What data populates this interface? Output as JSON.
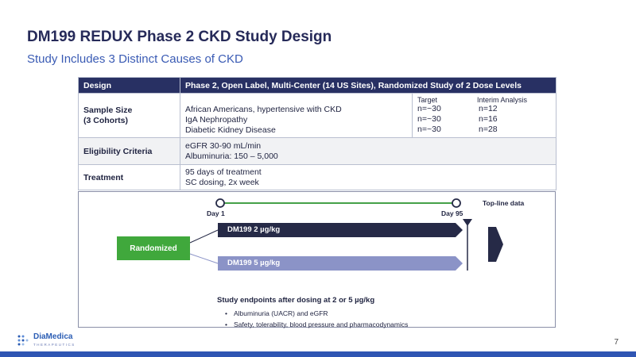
{
  "title": "DM199 REDUX Phase 2 CKD Study Design",
  "subtitle": "Study Includes 3 Distinct Causes of CKD",
  "table": {
    "header": {
      "label": "Design",
      "value": "Phase 2, Open Label, Multi-Center (14 US Sites), Randomized Study of 2 Dose Levels"
    },
    "sample": {
      "label_line1": "Sample Size",
      "label_line2": "(3 Cohorts)",
      "cohorts": [
        "African Americans, hypertensive with CKD",
        "IgA Nephropathy",
        "Diabetic Kidney Disease"
      ],
      "target_header": "Target",
      "interim_header": "Interim Analysis",
      "targets": [
        "n=~30",
        "n=~30",
        "n=~30"
      ],
      "interims": [
        "n=12",
        "n=16",
        "n=28"
      ]
    },
    "eligibility": {
      "label": "Eligibility Criteria",
      "lines": [
        "eGFR 30-90 mL/min",
        "Albuminuria: 150 – 5,000"
      ]
    },
    "treatment": {
      "label": "Treatment",
      "lines": [
        "95 days of treatment",
        "SC dosing, 2x week"
      ]
    }
  },
  "diagram": {
    "randomized_label": "Randomized",
    "day_start_label": "Day 1",
    "day_end_label": "Day 95",
    "topline_label": "Top-line data",
    "arm1_label": "DM199 2 µg/kg",
    "arm2_label": "DM199 5 µg/kg",
    "arm1_color": "#262a47",
    "arm2_color": "#8b93c7",
    "timeline_color": "#45a048",
    "endpoints_title": "Study endpoints after dosing at 2 or 5 µg/kg",
    "endpoints": [
      "Albuminuria (UACR) and eGFR",
      "Safety, tolerability, blood pressure and pharmacodynamics"
    ]
  },
  "logo": {
    "name": "DiaMedica",
    "tagline": "THERAPEUTICS"
  },
  "page_number": "7",
  "colors": {
    "title": "#262a59",
    "subtitle": "#3a5bb4",
    "header_bg": "#283063",
    "randomized": "#40a83c",
    "footer_bar": "#2f55b3"
  }
}
